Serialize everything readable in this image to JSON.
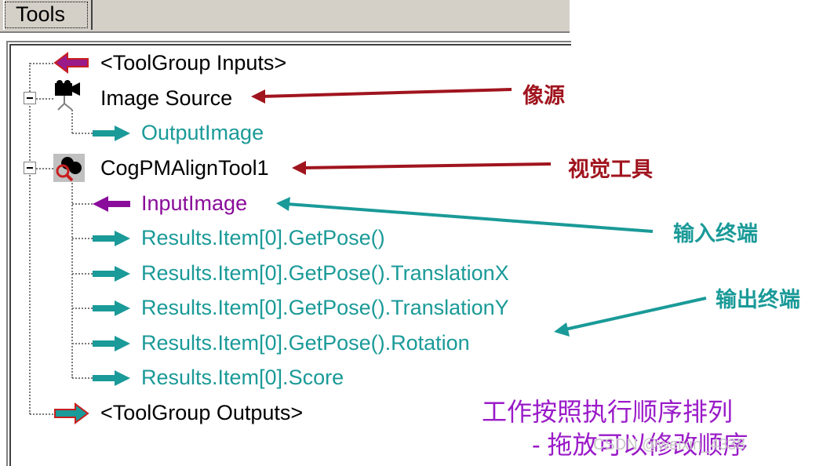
{
  "tab": {
    "label": "Tools"
  },
  "tree": [
    {
      "label": "<ToolGroup Inputs>",
      "kind": "group-input"
    },
    {
      "label": "Image Source",
      "kind": "tool"
    },
    {
      "label": "OutputImage",
      "kind": "output"
    },
    {
      "label": "CogPMAlignTool1",
      "kind": "tool"
    },
    {
      "label": "InputImage",
      "kind": "input"
    },
    {
      "label": "Results.Item[0].GetPose()",
      "kind": "output"
    },
    {
      "label": "Results.Item[0].GetPose().TranslationX",
      "kind": "output"
    },
    {
      "label": "Results.Item[0].GetPose().TranslationY",
      "kind": "output"
    },
    {
      "label": "Results.Item[0].GetPose().Rotation",
      "kind": "output"
    },
    {
      "label": "Results.Item[0].Score",
      "kind": "output"
    },
    {
      "label": "<ToolGroup Outputs>",
      "kind": "group-output"
    }
  ],
  "annotations": {
    "image_source": "像源",
    "vision_tool": "视觉工具",
    "input_terminal": "输入终端",
    "output_terminal": "输出终端",
    "order_line1": "工作按照执行顺序排列",
    "order_line2": "- 拖放可以修改顺序"
  },
  "watermark": "CSDN @weixin_4338",
  "colors": {
    "teal": "#1a9a98",
    "purple": "#8a0c9a",
    "annot_red": "#a0141e",
    "annot_purple": "#9a1ac8"
  }
}
